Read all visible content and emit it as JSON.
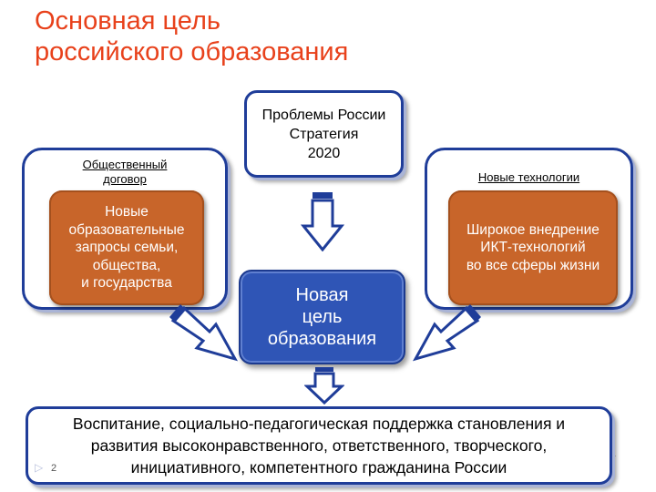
{
  "title": {
    "line1": "Основная цель",
    "line2": "российского образования"
  },
  "problems": {
    "line1": "Проблемы России",
    "line2": "Стратегия",
    "line3": "2020"
  },
  "left": {
    "label_line1": "Общественный ",
    "label_line2": "договор",
    "lines": [
      "Новые",
      "образовательные",
      "запросы семьи,",
      "общества,",
      "и государства"
    ]
  },
  "right": {
    "label": "Новые технологии",
    "lines": [
      "Широкое внедрение",
      "ИКТ-технологий",
      "во все сферы жизни"
    ]
  },
  "goal": {
    "line1": "Новая",
    "line2": "цель",
    "line3": "образования"
  },
  "bottom": {
    "line1": "Воспитание, социально-педагогическая поддержка становления и",
    "line2": "развития высоконравственного, ответственного, творческого,",
    "line3": "инициативного, компетентного гражданина России"
  },
  "slide_number": "2",
  "colors": {
    "title": "#e8411b",
    "border": "#1f3d99",
    "orange": "#c8652a",
    "goal": "#2f55b6"
  }
}
